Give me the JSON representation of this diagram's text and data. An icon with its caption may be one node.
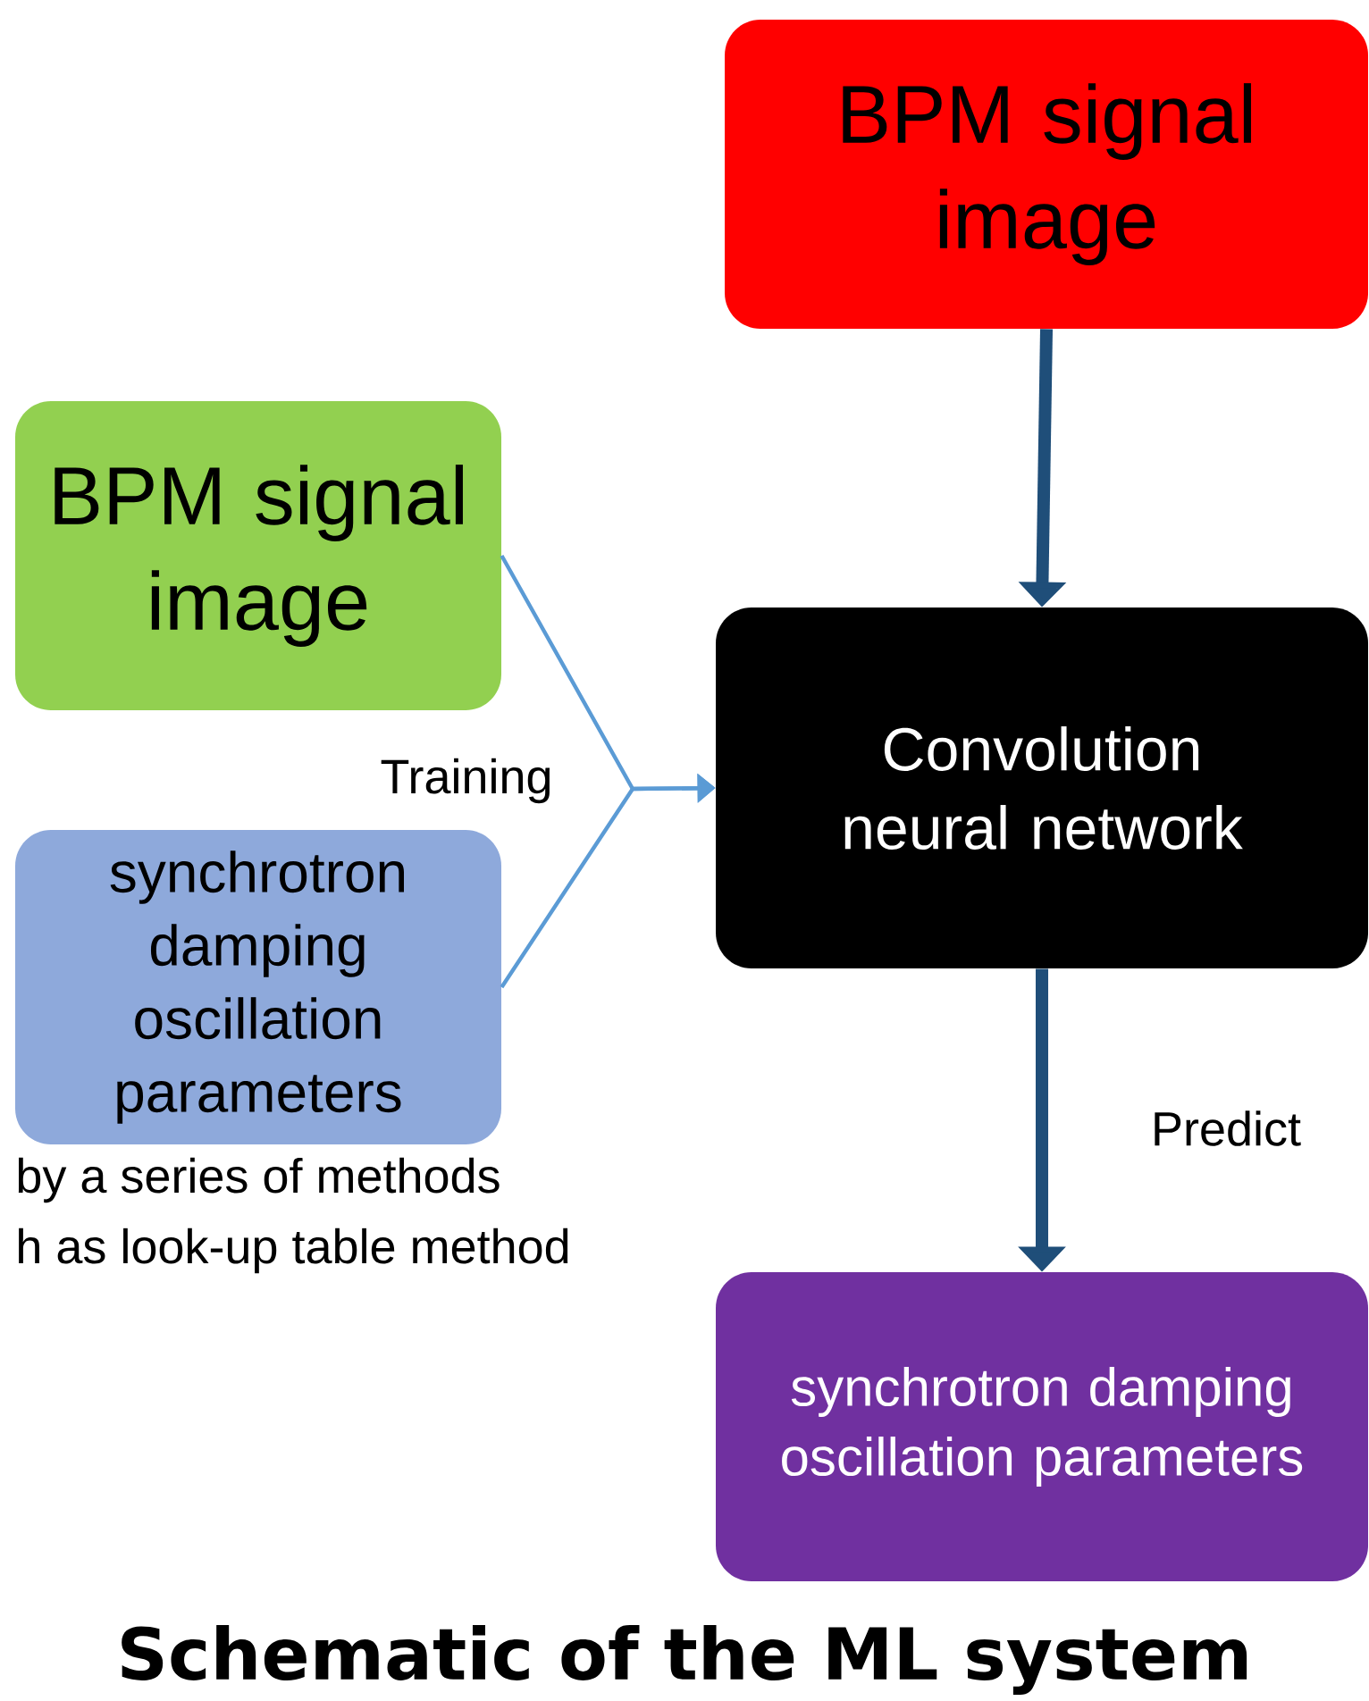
{
  "diagram": {
    "title": "Schematic of the ML system",
    "nodes": [
      {
        "text": [
          "BPM signal image"
        ]
      },
      {
        "text": [
          "BPM signal image"
        ]
      },
      {
        "text": [
          "synchrotron damping oscillation parameters"
        ]
      },
      {
        "text": [
          "Convolution neural network"
        ]
      },
      {
        "text": [
          "synchrotron damping oscillation parameters"
        ]
      }
    ],
    "edges": [
      {
        "from": 0,
        "to": 3,
        "arrow": "to",
        "style": "thick",
        "color": "#1f4e79"
      },
      {
        "from": 1,
        "to": 3,
        "arrow": "to",
        "color": "#5b9bd5",
        "label": "Training"
      },
      {
        "from": 2,
        "to": 3,
        "arrow": "to",
        "color": "#5b9bd5"
      },
      {
        "from": 3,
        "to": 4,
        "arrow": "to",
        "style": "thick",
        "color": "#1f4e79",
        "label": "Predict"
      }
    ],
    "labels": [
      "by a series of methods",
      "h as look-up table method"
    ]
  }
}
